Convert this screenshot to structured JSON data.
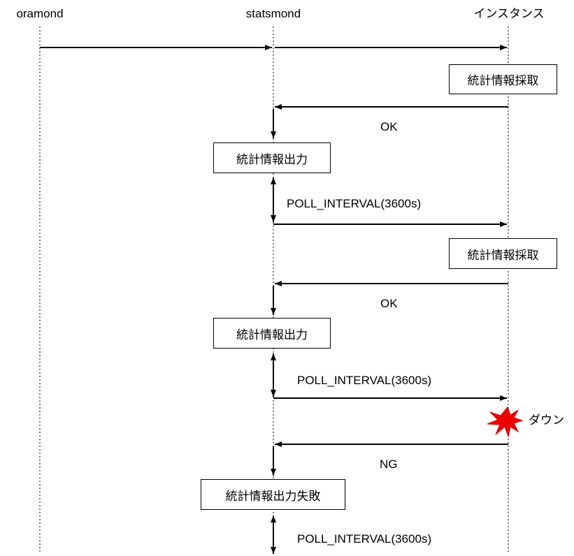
{
  "participants": {
    "oramond": "oramond",
    "statsmond": "statsmond",
    "instance": "インスタンス"
  },
  "steps": {
    "collect_1": "統計情報採取",
    "reply_1": "OK",
    "output_1": "統計情報出力",
    "interval_1": "POLL_INTERVAL(3600s)",
    "collect_2": "統計情報採取",
    "reply_2": "OK",
    "output_2": "統計情報出力",
    "interval_2": "POLL_INTERVAL(3600s)",
    "down_label": "ダウン",
    "reply_3": "NG",
    "output_fail": "統計情報出力失敗",
    "interval_3": "POLL_INTERVAL(3600s)"
  },
  "colors": {
    "burst_fill": "#ee0000",
    "burst_stroke": "#cc0000"
  }
}
